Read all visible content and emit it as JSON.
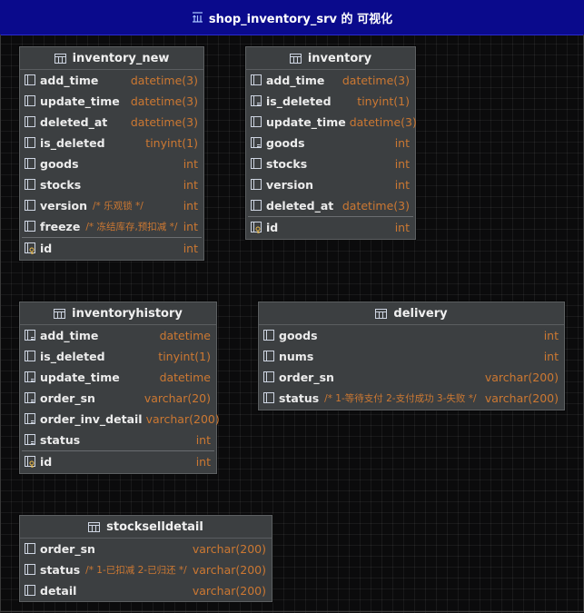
{
  "window": {
    "title": "shop_inventory_srv 的 可视化"
  },
  "colors": {
    "title_bg": "#0a0a8c",
    "type_color": "#cc7832",
    "table_bg": "#3c3f41"
  },
  "tables": {
    "inventory_new": {
      "name": "inventory_new",
      "fields": [
        {
          "name": "add_time",
          "type": "datetime(3)",
          "comment": ""
        },
        {
          "name": "update_time",
          "type": "datetime(3)",
          "comment": ""
        },
        {
          "name": "deleted_at",
          "type": "datetime(3)",
          "comment": ""
        },
        {
          "name": "is_deleted",
          "type": "tinyint(1)",
          "comment": ""
        },
        {
          "name": "goods",
          "type": "int",
          "comment": ""
        },
        {
          "name": "stocks",
          "type": "int",
          "comment": ""
        },
        {
          "name": "version",
          "type": "int",
          "comment": "/* 乐观锁 */"
        },
        {
          "name": "freeze",
          "type": "int",
          "comment": "/* 冻结库存,预扣减 */"
        },
        {
          "name": "id",
          "type": "int",
          "comment": ""
        }
      ]
    },
    "inventory": {
      "name": "inventory",
      "fields": [
        {
          "name": "add_time",
          "type": "datetime(3)"
        },
        {
          "name": "is_deleted",
          "type": "tinyint(1)"
        },
        {
          "name": "update_time",
          "type": "datetime(3)"
        },
        {
          "name": "goods",
          "type": "int"
        },
        {
          "name": "stocks",
          "type": "int"
        },
        {
          "name": "version",
          "type": "int"
        },
        {
          "name": "deleted_at",
          "type": "datetime(3)"
        },
        {
          "name": "id",
          "type": "int"
        }
      ]
    },
    "inventoryhistory": {
      "name": "inventoryhistory",
      "fields": [
        {
          "name": "add_time",
          "type": "datetime"
        },
        {
          "name": "is_deleted",
          "type": "tinyint(1)"
        },
        {
          "name": "update_time",
          "type": "datetime"
        },
        {
          "name": "order_sn",
          "type": "varchar(20)"
        },
        {
          "name": "order_inv_detail",
          "type": "varchar(200)"
        },
        {
          "name": "status",
          "type": "int"
        },
        {
          "name": "id",
          "type": "int"
        }
      ]
    },
    "delivery": {
      "name": "delivery",
      "fields": [
        {
          "name": "goods",
          "type": "int",
          "comment": ""
        },
        {
          "name": "nums",
          "type": "int",
          "comment": ""
        },
        {
          "name": "order_sn",
          "type": "varchar(200)",
          "comment": ""
        },
        {
          "name": "status",
          "type": "varchar(200)",
          "comment": "/* 1-等待支付 2-支付成功 3-失败 */"
        }
      ]
    },
    "stockselldetail": {
      "name": "stockselldetail",
      "fields": [
        {
          "name": "order_sn",
          "type": "varchar(200)",
          "comment": ""
        },
        {
          "name": "status",
          "type": "varchar(200)",
          "comment": "/* 1-已扣减 2-已归还 */"
        },
        {
          "name": "detail",
          "type": "varchar(200)",
          "comment": ""
        }
      ]
    }
  }
}
